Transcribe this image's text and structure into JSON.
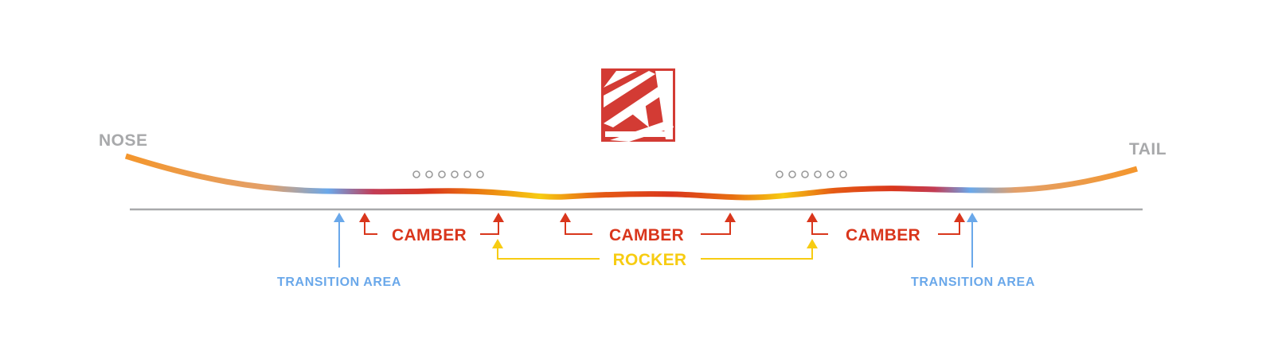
{
  "labels": {
    "nose": "NOSE",
    "tail": "TAIL",
    "camber_left": "CAMBER",
    "camber_center": "CAMBER",
    "camber_right": "CAMBER",
    "rocker": "ROCKER",
    "transition_left": "TRANSITION AREA",
    "transition_right": "TRANSITION AREA"
  },
  "logo": {
    "icon": "triangle-logo-icon"
  },
  "colors": {
    "end_label": "#a8a9ab",
    "baseline": "#a8a9ab",
    "camber": "#d9361c",
    "rocker": "#f7cc12",
    "transition": "#6aa8ea",
    "profile_orange": "#f4962c",
    "logo_red": "#d33b34",
    "inserts": "#9a9a9a"
  }
}
